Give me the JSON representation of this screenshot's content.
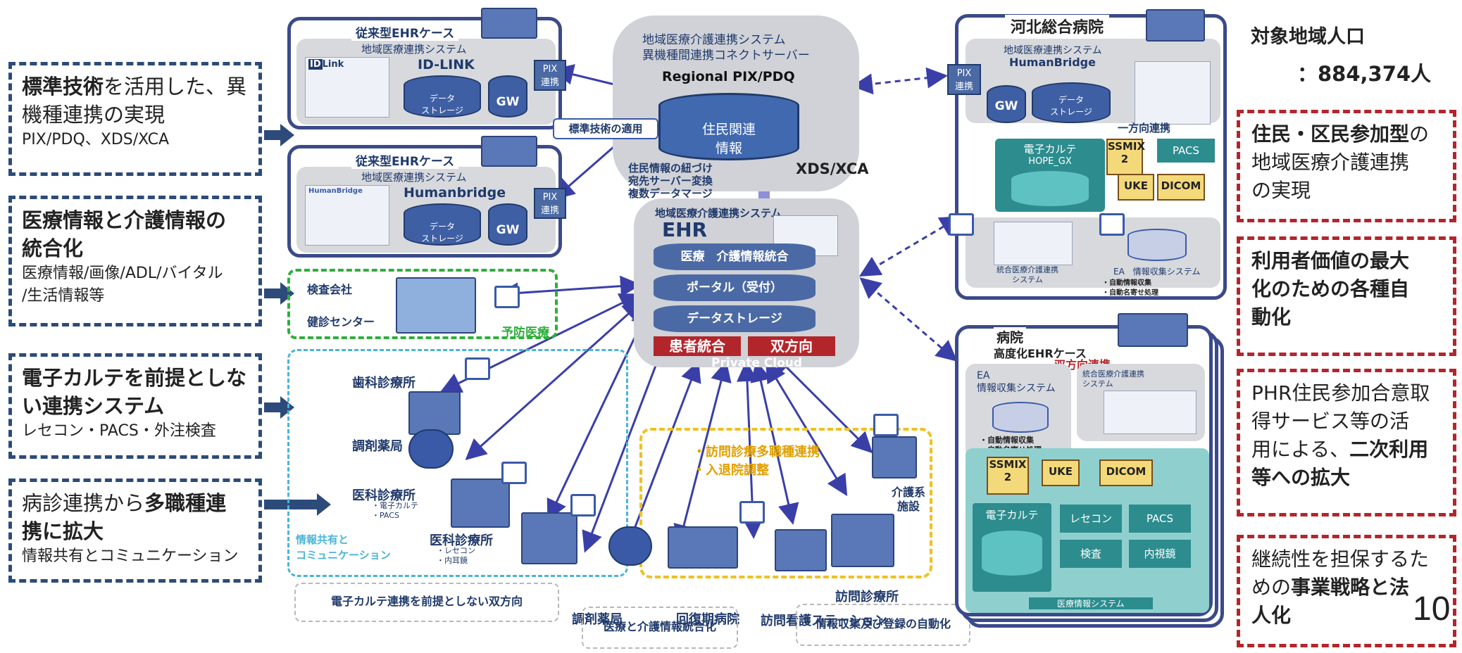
{
  "left_boxes": [
    {
      "b1": "標準技術",
      "t1": "を活用した、異",
      "t2": "機種連携の実現",
      "sub": "PIX/PDQ、XDS/XCA"
    },
    {
      "b1": "医療情報と介護情報の",
      "b2": "統合化",
      "sub1": "医療情報/画像/ADL/バイタル",
      "sub2": "/生活情報等"
    },
    {
      "b1": "電子カルテを前提としな",
      "b2": "い連携システム",
      "sub": "レセコン・PACS・外注検査"
    },
    {
      "t1": "病診連携から",
      "b1": "多職種連",
      "b2": "携に拡大",
      "sub": "情報共有とコミュニケーション"
    }
  ],
  "ehr1": {
    "case": "従来型EHRケース",
    "system": "地域医療連携システム",
    "product": "ID-LINK",
    "logo": "Link",
    "storage": "データ\nストレージ",
    "gw": "GW",
    "pix": "PIX\n連携"
  },
  "ehr2": {
    "case": "従来型EHRケース",
    "system": "地域医療連携システム",
    "product": "Humanbridge",
    "logo": "HumanBridge",
    "storage": "データ\nストレージ",
    "gw": "GW",
    "pix": "PIX\n連携"
  },
  "center_server": {
    "title1": "地域医療介護連携システム",
    "title2": "異機種間連携コネクトサーバー",
    "regional": "Regional PIX/PDQ",
    "db": "住民関連\n情報",
    "std": "標準技術の適用",
    "note1": "住民情報の紐づけ",
    "note2": "宛先サーバー変換",
    "note3": "複数データマージ",
    "xds": "XDS/XCA"
  },
  "cloud": {
    "system": "地域医療介護連携システム",
    "ehr": "EHR",
    "layer1": "医療　介護情報統合",
    "layer2": "ポータル（受付）",
    "layer3": "データストレージ",
    "btn1": "患者統合",
    "btn2": "双方向",
    "footer": "Private Cloud"
  },
  "checkup": {
    "l1": "検査会社",
    "l2": "健診センター",
    "tag": "予防医療"
  },
  "local": {
    "dental": "歯科診療所",
    "pharmacy": "調剤薬局",
    "clinic1": "医科診療所",
    "clinic1_sub": "・電子カルテ\n・PACS",
    "clinic2": "医科診療所",
    "clinic2_sub": "・レセコン\n・内耳鏡",
    "share": "情報共有と\nコミュニケーション",
    "caption": "電子カルテ連携を前提としない双方向"
  },
  "home_care": {
    "b1": "・訪問診療多職種連携",
    "b2": "・入退院調整",
    "pharmacy": "調剤薬局",
    "rehab": "回復期病院",
    "nursing": "訪問看護ステーション",
    "clinic": "訪問診療所",
    "facility": "介護系\n施設",
    "caption1": "医療と介護情報統合化",
    "caption2": "情報収集及び登録の自動化"
  },
  "kahoku": {
    "title": "河北総合病院",
    "system": "地域医療連携システム",
    "product": "HumanBridge",
    "pix": "PIX\n連携",
    "gw": "GW",
    "storage": "データ\nストレージ",
    "oneway": "一方向連携",
    "emr": "電子カルテ",
    "emr_name": "HOPE_GX",
    "ssmix": "SSMIX\n2",
    "uke": "UKE",
    "dicom": "DICOM",
    "pacs": "PACS",
    "integrated": "統合医療介護連携\nシステム",
    "ea": "EA　情報収集システム",
    "auto1": "・自動情報収集",
    "auto2": "・自動名寄せ処理"
  },
  "hospital": {
    "title": "病院",
    "case": "高度化EHRケース",
    "bidir": "双方向連携",
    "ea": "EA\n情報収集システム",
    "integrated": "統合医療介護連携\nシステム",
    "auto1": "・自動情報収集",
    "auto2": "・自動名寄せ処理",
    "ssmix": "SSMIX\n2",
    "uke": "UKE",
    "dicom": "DICOM",
    "emr": "電子カルテ",
    "rececon": "レセコン",
    "pacs": "PACS",
    "kensa": "検査",
    "endo": "内視鏡",
    "medsys": "医療情報システム"
  },
  "right": {
    "pop_label": "対象地域人口",
    "pop_value": "：884,374人",
    "box1_b": "住民・区民参加型",
    "box1_t": "の",
    "box1_l2": "地域医療介護連携",
    "box1_l3": "の実現",
    "box2_l1": "利用者価値の最大",
    "box2_l2": "化のための各種自",
    "box2_l3": "動化",
    "box3_l1": "PHR住民参加合意取",
    "box3_l2": "得サービス等の活",
    "box3_l3a": "用による、",
    "box3_l3b": "二次利用",
    "box3_l4": "等への拡大",
    "box4_l1": "継続性を担保するた",
    "box4_l2a": "めの",
    "box4_l2b": "事業戦略と法",
    "box4_l3": "人化",
    "page_num": "10"
  },
  "colors": {
    "navy": "#2c4b7a",
    "red": "#b2262b",
    "teal": "#2c8c8e",
    "green": "#2fae3c",
    "yellow": "#f0c020",
    "cyan": "#4ab4d8"
  }
}
